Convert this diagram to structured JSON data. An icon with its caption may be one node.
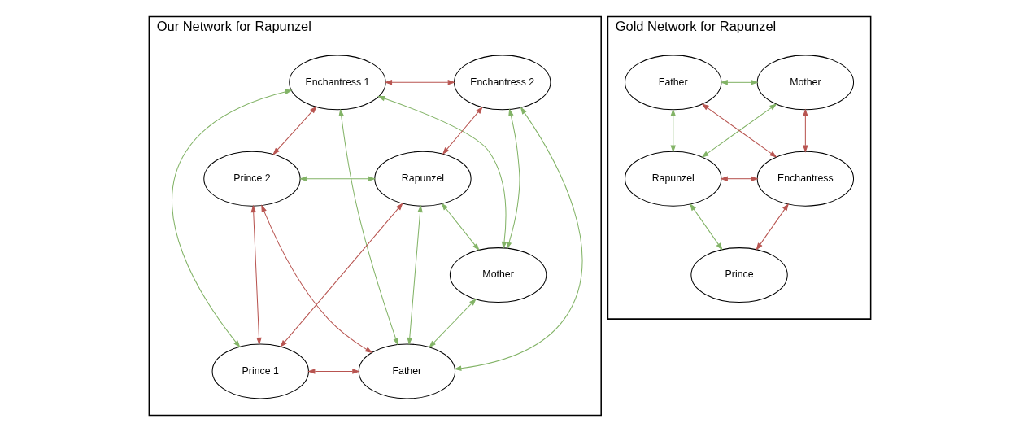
{
  "diagram": {
    "nodes": [
      {
        "text": [
          "Our Network for Rapunzel"
        ]
      },
      {
        "text": [
          "Enchantress 1"
        ],
        "in": 0
      },
      {
        "text": [
          "Enchantress 2"
        ],
        "in": 0
      },
      {
        "text": [
          "Prince 2"
        ],
        "in": 0
      },
      {
        "text": [
          "Rapunzel"
        ],
        "in": 0
      },
      {
        "text": [
          "Prince 1"
        ],
        "in": 0
      },
      {
        "text": [
          "Father"
        ],
        "in": 0
      },
      {
        "text": [
          "Mother"
        ],
        "in": 0
      },
      {
        "text": [
          "Gold Network for Rapunzel"
        ]
      },
      {
        "text": [
          "Mother"
        ],
        "in": 8
      },
      {
        "text": [
          "Father"
        ],
        "in": 8
      },
      {
        "text": [
          "Enchantress"
        ],
        "in": 8
      },
      {
        "text": [
          "Rapunzel"
        ],
        "in": 8
      },
      {
        "text": [
          "Prince"
        ],
        "in": 8
      }
    ],
    "edges": [
      {
        "from": 1,
        "to": 2,
        "arrow": "both",
        "color": "#b85450"
      },
      {
        "from": 1,
        "to": 3,
        "arrow": "both",
        "color": "#b85450"
      },
      {
        "from": 2,
        "to": 4,
        "arrow": "both",
        "color": "#b85450"
      },
      {
        "from": 3,
        "to": 5,
        "arrow": "both",
        "color": "#b85450"
      },
      {
        "from": 3,
        "to": 6,
        "arrow": "both",
        "color": "#b85450"
      },
      {
        "from": 4,
        "to": 5,
        "arrow": "both",
        "color": "#b85450"
      },
      {
        "from": 5,
        "to": 6,
        "arrow": "both",
        "color": "#b85450"
      },
      {
        "from": 1,
        "to": 5,
        "arrow": "both"
      },
      {
        "from": 1,
        "to": 7,
        "arrow": "both"
      },
      {
        "from": 1,
        "to": 6,
        "arrow": "both"
      },
      {
        "from": 2,
        "to": 7,
        "arrow": "both"
      },
      {
        "from": 2,
        "to": 6,
        "arrow": "both"
      },
      {
        "from": 3,
        "to": 4,
        "arrow": "both"
      },
      {
        "from": 4,
        "to": 7,
        "arrow": "both"
      },
      {
        "from": 4,
        "to": 6,
        "arrow": "both"
      },
      {
        "from": 7,
        "to": 6,
        "arrow": "both"
      },
      {
        "from": 9,
        "to": 10,
        "arrow": "both"
      },
      {
        "from": 9,
        "to": 11,
        "arrow": "both",
        "color": "#b85450"
      },
      {
        "from": 9,
        "to": 12,
        "arrow": "both"
      },
      {
        "from": 10,
        "to": 11,
        "arrow": "both",
        "color": "#b85450"
      },
      {
        "from": 10,
        "to": 12,
        "arrow": "both"
      },
      {
        "from": 11,
        "to": 12,
        "arrow": "both",
        "color": "#b85450"
      },
      {
        "from": 11,
        "to": 13,
        "arrow": "both",
        "color": "#b85450"
      },
      {
        "from": 13,
        "to": 12,
        "arrow": "both"
      }
    ]
  }
}
